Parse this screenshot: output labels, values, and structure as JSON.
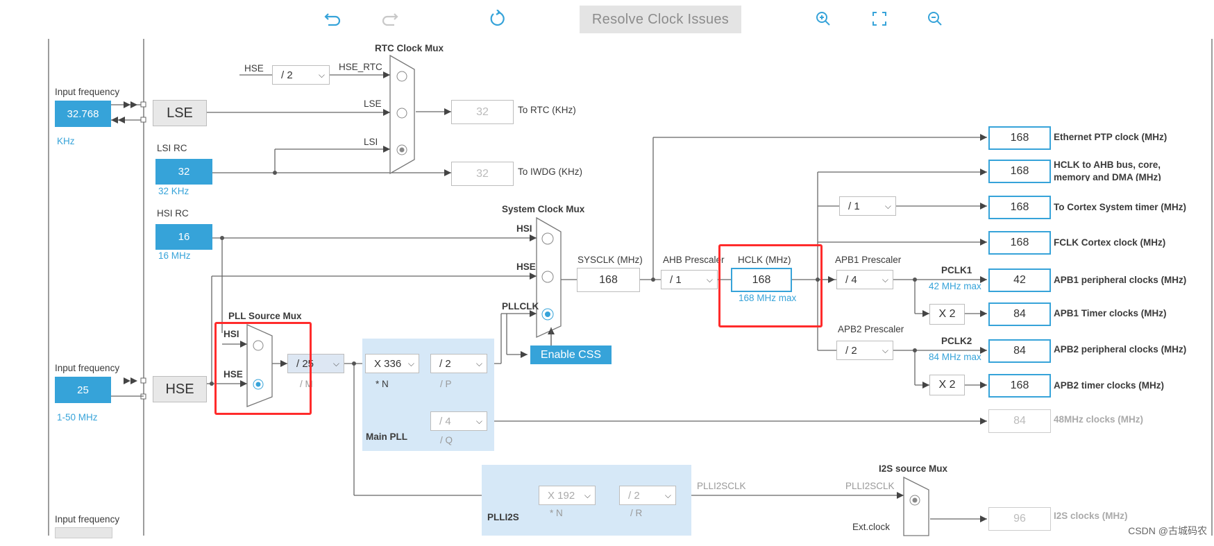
{
  "toolbar": {
    "undo_icon": "undo-icon",
    "redo_icon": "redo-icon",
    "refresh_icon": "refresh-icon",
    "resolve_label": "Resolve Clock Issues",
    "zoom_in_icon": "zoom-in-icon",
    "fit_icon": "fit-screen-icon",
    "zoom_out_icon": "zoom-out-icon"
  },
  "lse": {
    "input_label": "Input frequency",
    "input_value": "32.768",
    "unit": "KHz",
    "osc_label": "LSE"
  },
  "lsi": {
    "title": "LSI RC",
    "value": "32",
    "unit": "32 KHz"
  },
  "hsi": {
    "title": "HSI RC",
    "value": "16",
    "unit": "16 MHz"
  },
  "hse": {
    "input_label": "Input frequency",
    "input_value": "25",
    "range": "1-50 MHz",
    "osc_label": "HSE"
  },
  "bottom_input_label": "Input frequency",
  "rtc": {
    "title": "RTC Clock Mux",
    "hse_label": "HSE",
    "div": "/ 2",
    "hse_rtc": "HSE_RTC",
    "lse_label": "LSE",
    "lsi_label": "LSI",
    "rtc_value": "32",
    "rtc_label": "To RTC (KHz)",
    "iwdg_value": "32",
    "iwdg_label": "To IWDG (KHz)"
  },
  "pll_source": {
    "title": "PLL Source Mux",
    "hsi": "HSI",
    "hse": "HSE",
    "m_div": "/ 25",
    "m_label": "/ M"
  },
  "main_pll": {
    "title": "Main PLL",
    "n_mul": "X 336",
    "n_label": "* N",
    "p_div": "/ 2",
    "p_label": "/ P",
    "q_div": "/ 4",
    "q_label": "/ Q"
  },
  "plli2s": {
    "title": "PLLI2S",
    "n_mul": "X 192",
    "n_label": "* N",
    "r_div": "/ 2",
    "r_label": "/ R",
    "out_label": "PLLI2SCLK"
  },
  "sys_mux": {
    "title": "System Clock Mux",
    "hsi": "HSI",
    "hse": "HSE",
    "pllclk": "PLLCLK",
    "enable_css": "Enable CSS"
  },
  "sysclk": {
    "label": "SYSCLK (MHz)",
    "value": "168"
  },
  "ahb": {
    "label": "AHB Prescaler",
    "value": "/ 1"
  },
  "hclk": {
    "label": "HCLK (MHz)",
    "value": "168",
    "max": "168 MHz max"
  },
  "cortex_div": "/ 1",
  "apb1": {
    "label": "APB1 Prescaler",
    "value": "/ 4",
    "pclk": "PCLK1",
    "max": "42 MHz max",
    "x2": "X 2"
  },
  "apb2": {
    "label": "APB2 Prescaler",
    "value": "/ 2",
    "pclk": "PCLK2",
    "max": "84 MHz max",
    "x2": "X 2"
  },
  "i2s_mux": {
    "title": "I2S source Mux",
    "pll": "PLLI2SCLK",
    "ext": "Ext.clock"
  },
  "outputs": [
    {
      "value": "168",
      "label": "Ethernet PTP clock (MHz)"
    },
    {
      "value": "168",
      "label": "HCLK to AHB bus, core,",
      "label2": "memory and DMA (MHz)"
    },
    {
      "value": "168",
      "label": "To Cortex System timer (MHz)"
    },
    {
      "value": "168",
      "label": "FCLK Cortex clock (MHz)"
    },
    {
      "value": "42",
      "label": "APB1 peripheral clocks (MHz)"
    },
    {
      "value": "84",
      "label": "APB1 Timer clocks (MHz)"
    },
    {
      "value": "84",
      "label": "APB2 peripheral clocks (MHz)"
    },
    {
      "value": "168",
      "label": "APB2 timer clocks (MHz)"
    },
    {
      "value": "84",
      "label": "48MHz clocks (MHz)"
    },
    {
      "value": "96",
      "label": "I2S clocks (MHz)"
    }
  ],
  "watermark": "CSDN @古城码农",
  "colors": {
    "accent": "#36a3d9",
    "highlight": "#ff2b2b",
    "pll_bg": "#d6e8f7"
  }
}
